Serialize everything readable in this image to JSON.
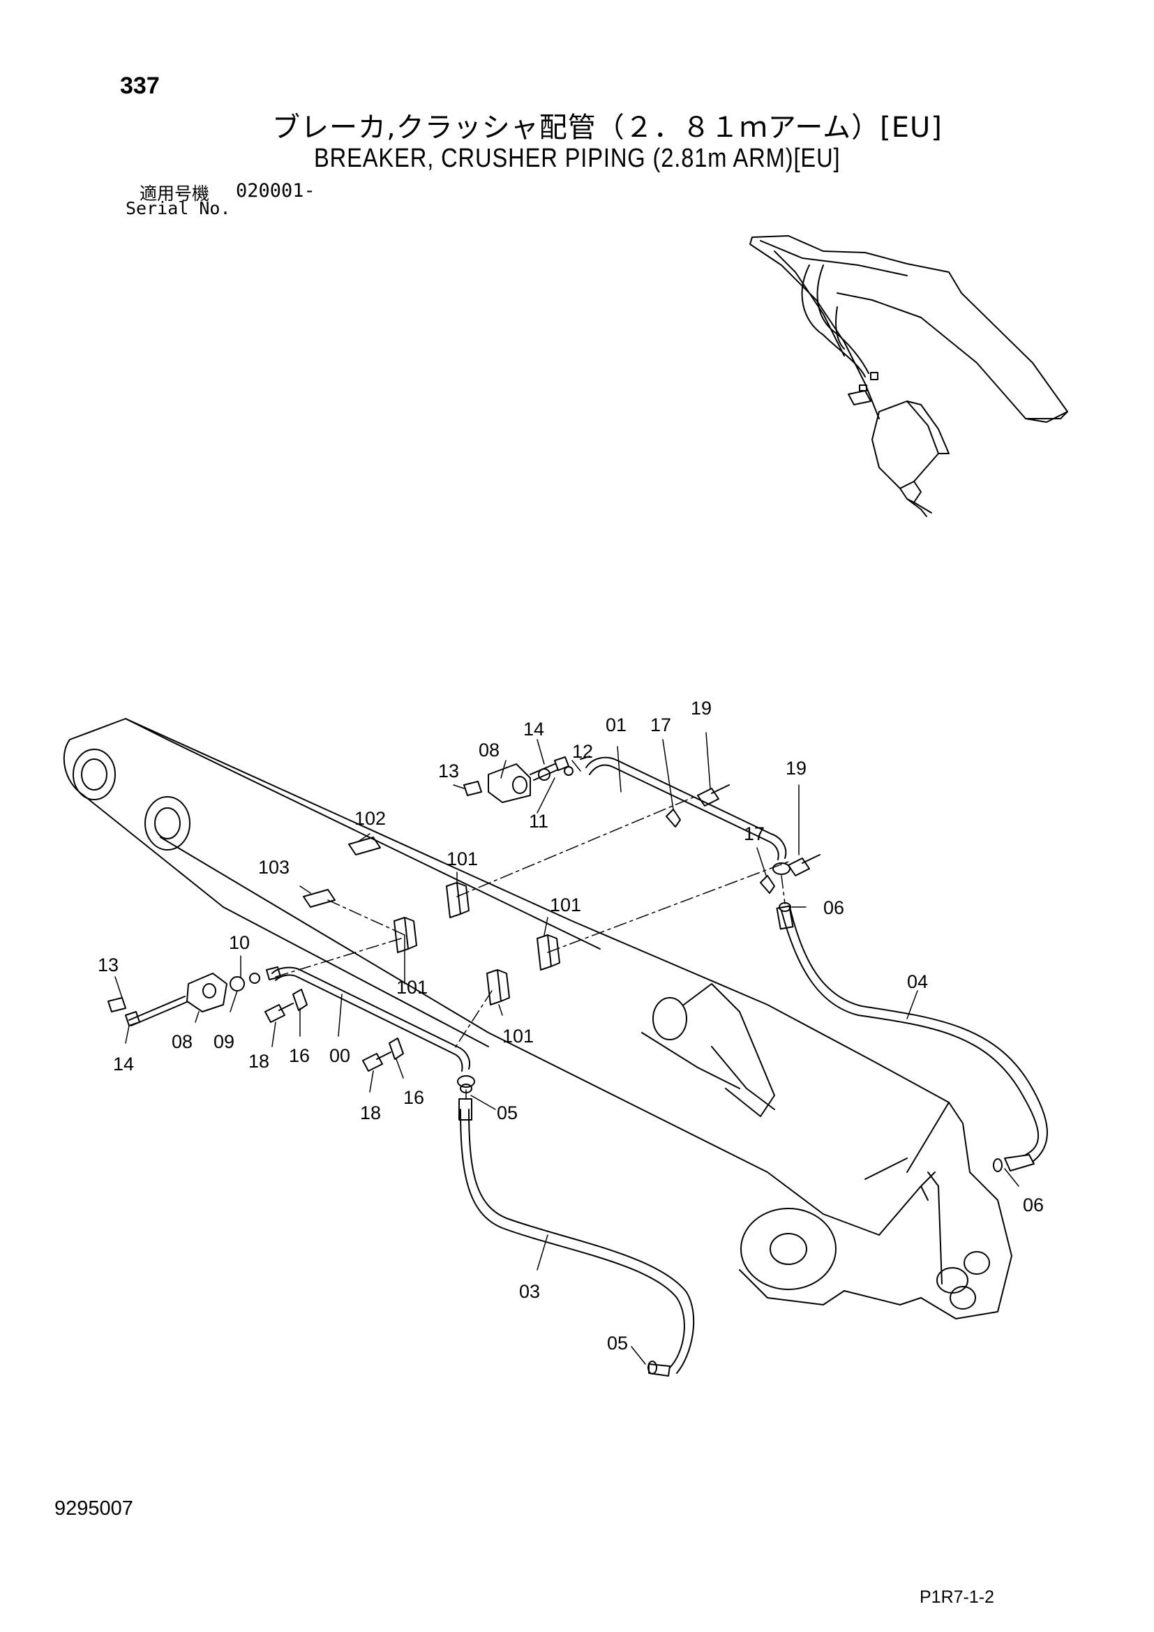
{
  "page_number": "337",
  "title_ja": "ブレーカ,クラッシャ配管（２．８１ｍアーム）[EU]",
  "title_en": "BREAKER, CRUSHER PIPING (2.81m ARM)[EU]",
  "serial_label_ja": "適用号機",
  "serial_value": "020001-",
  "serial_label_en": "Serial No.",
  "document_number": "9295007",
  "page_ref": "P1R7-1-2",
  "callouts": [
    "19",
    "14",
    "01",
    "17",
    "08",
    "12",
    "19",
    "13",
    "11",
    "17",
    "102",
    "103",
    "101",
    "06",
    "101",
    "10",
    "13",
    "101",
    "04",
    "09",
    "08",
    "101",
    "14",
    "18",
    "16",
    "00",
    "16",
    "18",
    "05",
    "06",
    "03",
    "05"
  ]
}
